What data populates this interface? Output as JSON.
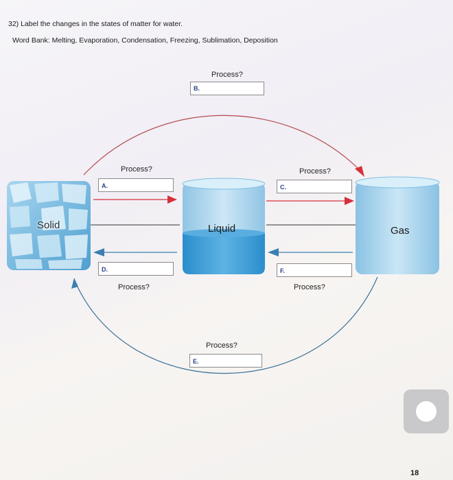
{
  "question": {
    "title": "32) Label the changes in the states of matter for water.",
    "word_bank": "Word Bank:  Melting, Evaporation, Condensation, Freezing, Sublimation, Deposition"
  },
  "states": {
    "solid": "Solid",
    "liquid": "Liquid",
    "gas": "Gas"
  },
  "process_prompt": "Process?",
  "processes": [
    {
      "letter": "A.",
      "prompt": "Process?",
      "answer": ""
    },
    {
      "letter": "B.",
      "prompt": "Process?",
      "answer": ""
    },
    {
      "letter": "C.",
      "prompt": "Process?",
      "answer": ""
    },
    {
      "letter": "D.",
      "prompt": "Process?",
      "answer": ""
    },
    {
      "letter": "E.",
      "prompt": "Process?",
      "answer": ""
    },
    {
      "letter": "F.",
      "prompt": "Process?",
      "answer": ""
    }
  ],
  "page_number": "18",
  "colors": {
    "forward_arrow": "#d6303a",
    "reverse_arrow": "#3a7fb0",
    "water": "#3f9fd6",
    "container": "#8fcbea",
    "letter": "#2b3f8a"
  },
  "icons": {
    "camera_button": "camera-shutter-icon"
  }
}
